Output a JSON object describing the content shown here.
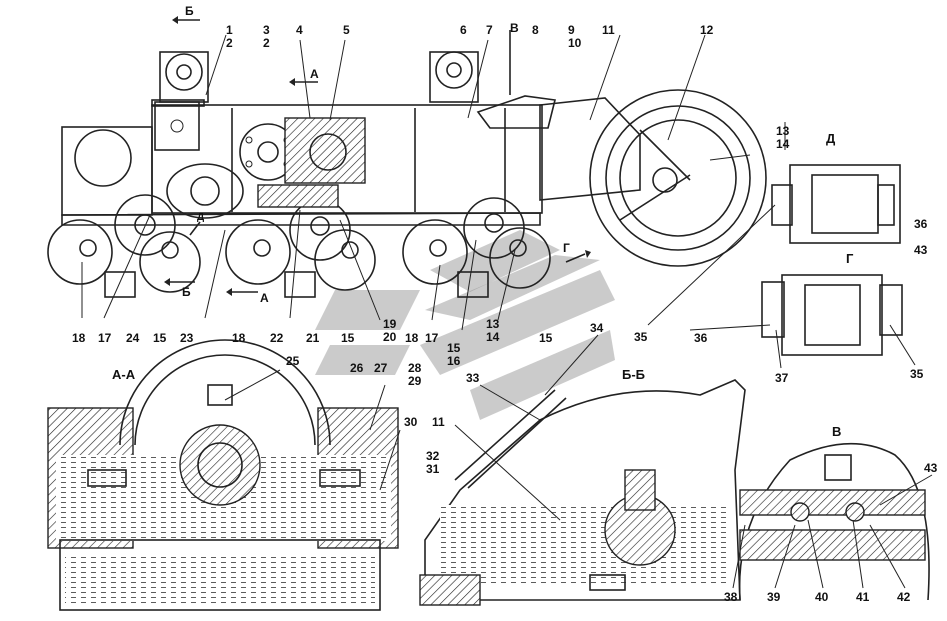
{
  "sections": {
    "section_aa": "А-А",
    "section_bb": "Б-Б",
    "view_v": "В",
    "view_g": "Г",
    "view_d": "Д",
    "arrow_b_top": "Б",
    "arrow_a_mid": "А",
    "arrow_v": "В",
    "arrow_d": "Д",
    "arrow_b_low": "Б",
    "arrow_a_low": "А",
    "arrow_g": "Г"
  },
  "callouts": {
    "c1": "1",
    "c2a": "2",
    "c3": "3",
    "c2b": "2",
    "c4": "4",
    "c5": "5",
    "c6": "6",
    "c7": "7",
    "c8": "8",
    "c9": "9",
    "c10": "10",
    "c11a": "11",
    "c12": "12",
    "c13a": "13",
    "c14a": "14",
    "c18a": "18",
    "c17a": "17",
    "c24": "24",
    "c15a": "15",
    "c23": "23",
    "c18b": "18",
    "c22": "22",
    "c21": "21",
    "c15b": "15",
    "c19": "19",
    "c20": "20",
    "c18c": "18",
    "c17b": "17",
    "c15c": "15",
    "c16": "16",
    "c13b": "13",
    "c14b": "14",
    "c15d": "15",
    "c35a": "35",
    "c36a": "36",
    "c43a": "43",
    "c36b": "36",
    "c37": "37",
    "c35b": "35",
    "c34": "34",
    "c25": "25",
    "c26": "26",
    "c27": "27",
    "c28": "28",
    "c29": "29",
    "c30": "30",
    "c33": "33",
    "c11b": "11",
    "c32": "32",
    "c31": "31",
    "c43b": "43",
    "c38": "38",
    "c39": "39",
    "c40": "40",
    "c41": "41",
    "c42": "42"
  }
}
